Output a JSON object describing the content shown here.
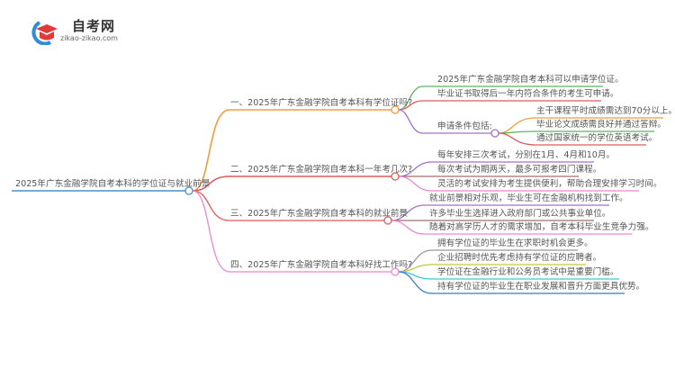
{
  "logo": {
    "title": "自考网",
    "url": "zikao-zikao.com"
  },
  "root": {
    "label": "2025年广东金融学院自考本科的学位证与就业前景",
    "color": "#4a90c8"
  },
  "branches": [
    {
      "label": "一、2025年广东金融学院自考本科有学位证吗?",
      "color": "#f59a3b",
      "items": [
        "2025年广东金融学院自考本科可以申请学位证。",
        "毕业证书取得后一年内符合条件的考生可申请。"
      ],
      "sub": {
        "label": "申请条件包括:",
        "items": [
          "主干课程平时成绩需达到70分以上。",
          "毕业论文成绩需良好并通过答辩。",
          "通过国家统一的学位英语考试。"
        ]
      }
    },
    {
      "label": "二、2025年广东金融学院自考本科一年考几次?",
      "color": "#e05a5a",
      "items": [
        "每年安排三次考试，分别在1月、4月和10月。",
        "每次考试为期两天，最多可报考四门课程。",
        "灵活的考试安排为考生提供便利，帮助合理安排学习时间。"
      ]
    },
    {
      "label": "三、2025年广东金融学院自考本科的就业前景",
      "color": "#e05a5a",
      "items": [
        "就业前景相对乐观，毕业生可在金融机构找到工作。",
        "许多毕业生选择进入政府部门或公共事业单位。",
        "随着对高学历人才的需求增加，自考本科毕业生竞争力强。"
      ]
    },
    {
      "label": "四、2025年广东金融学院自考本科好找工作吗?",
      "color": "#ee88cc",
      "items": [
        "拥有学位证的毕业生在求职时机会更多。",
        "企业招聘时优先考虑持有学位证的应聘者。",
        "学位证在金融行业和公务员考试中是重要门槛。",
        "持有学位证的毕业生在职业发展和晋升方面更具优势。"
      ]
    }
  ]
}
